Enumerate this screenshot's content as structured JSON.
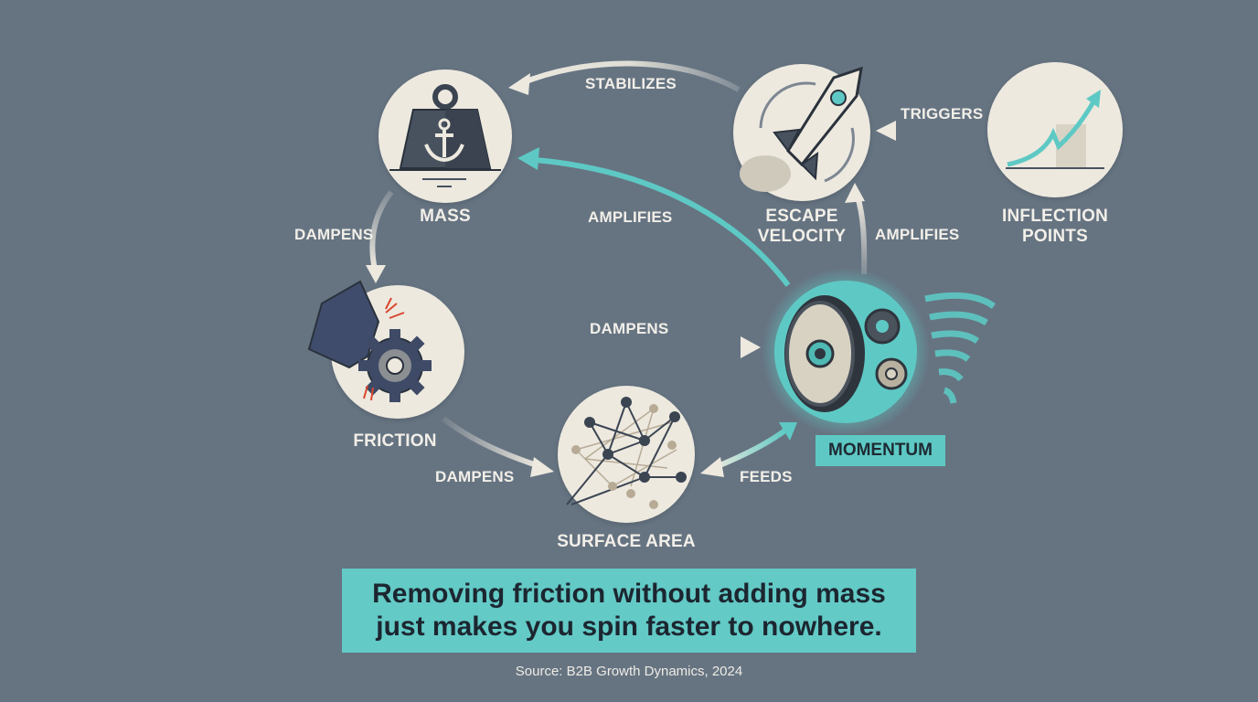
{
  "colors": {
    "background": "#667482",
    "node_fill": "#ede9df",
    "accent_teal": "#5ec9c4",
    "text_light": "#f2efe8",
    "icon_dark": "#3b4552"
  },
  "nodes": {
    "mass": {
      "label": "MASS",
      "icon": "anchor-weight-icon"
    },
    "escape_velocity": {
      "label_line1": "ESCAPE",
      "label_line2": "VELOCITY",
      "icon": "rocket-icon"
    },
    "inflection_points": {
      "label_line1": "INFLECTION",
      "label_line2": "POINTS",
      "icon": "rising-arrow-chart-icon"
    },
    "friction": {
      "label": "FRICTION",
      "icon": "sandpaper-gear-icon"
    },
    "momentum": {
      "label": "MOMENTUM",
      "icon": "flywheel-tornado-icon"
    },
    "surface_area": {
      "label": "SURFACE AREA",
      "icon": "network-graph-icon"
    }
  },
  "edges": [
    {
      "from": "escape_velocity",
      "to": "mass",
      "label": "STABILIZES"
    },
    {
      "from": "inflection_points",
      "to": "escape_velocity",
      "label": "TRIGGERS"
    },
    {
      "from": "momentum",
      "to": "mass",
      "label": "AMPLIFIES"
    },
    {
      "from": "momentum",
      "to": "escape_velocity",
      "label": "AMPLIFIES"
    },
    {
      "from": "mass",
      "to": "friction",
      "label": "DAMPENS"
    },
    {
      "from": "friction",
      "to": "momentum",
      "label": "DAMPENS"
    },
    {
      "from": "friction",
      "to": "surface_area",
      "label": "DAMPENS"
    },
    {
      "from": "momentum",
      "to": "surface_area",
      "label": "FEEDS"
    }
  ],
  "caption": {
    "line1": "Removing friction without adding mass",
    "line2": "just makes you spin faster to nowhere."
  },
  "source": "Source: B2B Growth Dynamics, 2024"
}
